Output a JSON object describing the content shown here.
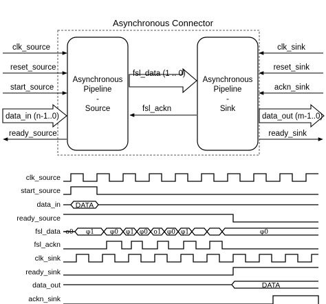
{
  "connector": {
    "title": "Asynchronous Connector",
    "source_block": {
      "line1": "Asynchronous",
      "line2": "Pipeline",
      "line3": "-",
      "line4": "Source"
    },
    "sink_block": {
      "line1": "Asynchronous",
      "line2": "Pipeline",
      "line3": "-",
      "line4": "Sink"
    },
    "fsl_data": "fsl_data (1 .. 0)",
    "fsl_ackn": "fsl_ackn",
    "left_ports": {
      "clk_source": "clk_source",
      "reset_source": "reset_source",
      "start_source": "start_source",
      "data_in": "data_in (n-1..0)",
      "ready_source": "ready_source"
    },
    "right_ports": {
      "clk_sink": "clk_sink",
      "reset_sink": "reset_sink",
      "ackn_sink": "ackn_sink",
      "data_out": "data_out (m-1..0)",
      "ready_sink": "ready_sink"
    }
  },
  "timing": {
    "signals": {
      "clk_source": "clk_source",
      "start_source": "start_source",
      "data_in": "data_in",
      "ready_source": "ready_source",
      "fsl_data": "fsl_data",
      "fsl_ackn": "fsl_ackn",
      "clk_sink": "clk_sink",
      "ready_sink": "ready_sink",
      "data_out": "data_out",
      "ackn_sink": "ackn_sink"
    },
    "data_in_value": "DATA",
    "data_out_value": "DATA",
    "fsl_data_values": [
      "o0",
      "φ1",
      "φ0",
      "φ1",
      "φ0",
      "o1",
      "φ0",
      "φ1",
      "φ0"
    ]
  }
}
